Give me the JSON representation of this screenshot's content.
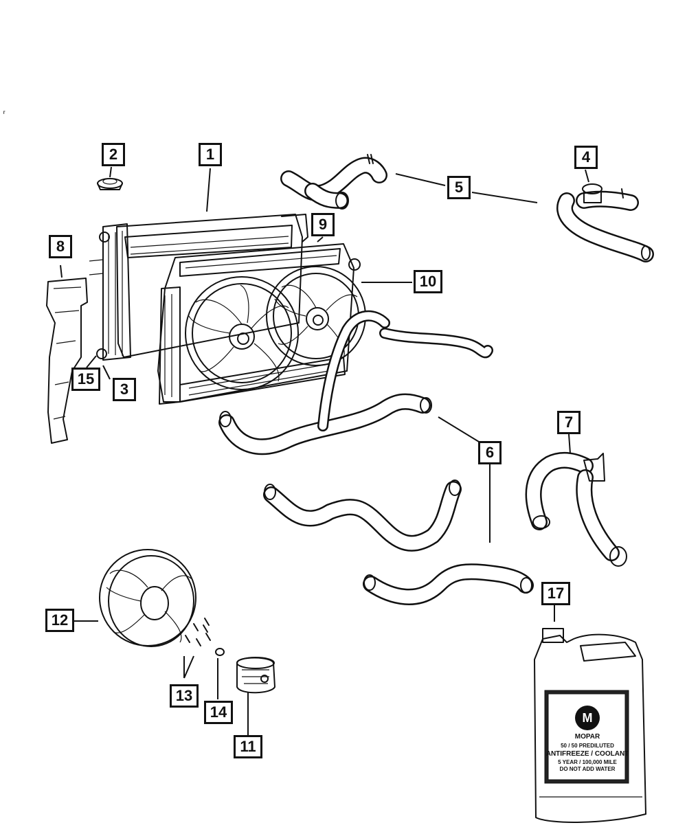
{
  "stray_mark": "⸢",
  "callouts": [
    {
      "id": "1",
      "label": "1",
      "part": "radiator"
    },
    {
      "id": "2",
      "label": "2",
      "part": "radiator-cap"
    },
    {
      "id": "3",
      "label": "3",
      "part": "radiator-bracket"
    },
    {
      "id": "4",
      "label": "4",
      "part": "filler-neck-hose"
    },
    {
      "id": "5",
      "label": "5",
      "part": "upper-radiator-hose"
    },
    {
      "id": "6",
      "label": "6",
      "part": "lower-radiator-hose"
    },
    {
      "id": "7",
      "label": "7",
      "part": "heater-hose"
    },
    {
      "id": "8",
      "label": "8",
      "part": "air-seal"
    },
    {
      "id": "9",
      "label": "9",
      "part": "fan-shroud"
    },
    {
      "id": "10",
      "label": "10",
      "part": "fan-module"
    },
    {
      "id": "11",
      "label": "11",
      "part": "fan-motor"
    },
    {
      "id": "12",
      "label": "12",
      "part": "fan-blade"
    },
    {
      "id": "13",
      "label": "13",
      "part": "screws"
    },
    {
      "id": "14",
      "label": "14",
      "part": "nut"
    },
    {
      "id": "15",
      "label": "15",
      "part": "drain-plug"
    },
    {
      "id": "17",
      "label": "17",
      "part": "antifreeze-coolant"
    }
  ],
  "coolant_jug": {
    "brand": "MOPAR",
    "line1": "50 / 50 PREDILUTED",
    "line2": "ANTIFREEZE / COOLANT",
    "line3": "5 YEAR / 100,000 MILE",
    "line4": "DO NOT ADD WATER"
  }
}
